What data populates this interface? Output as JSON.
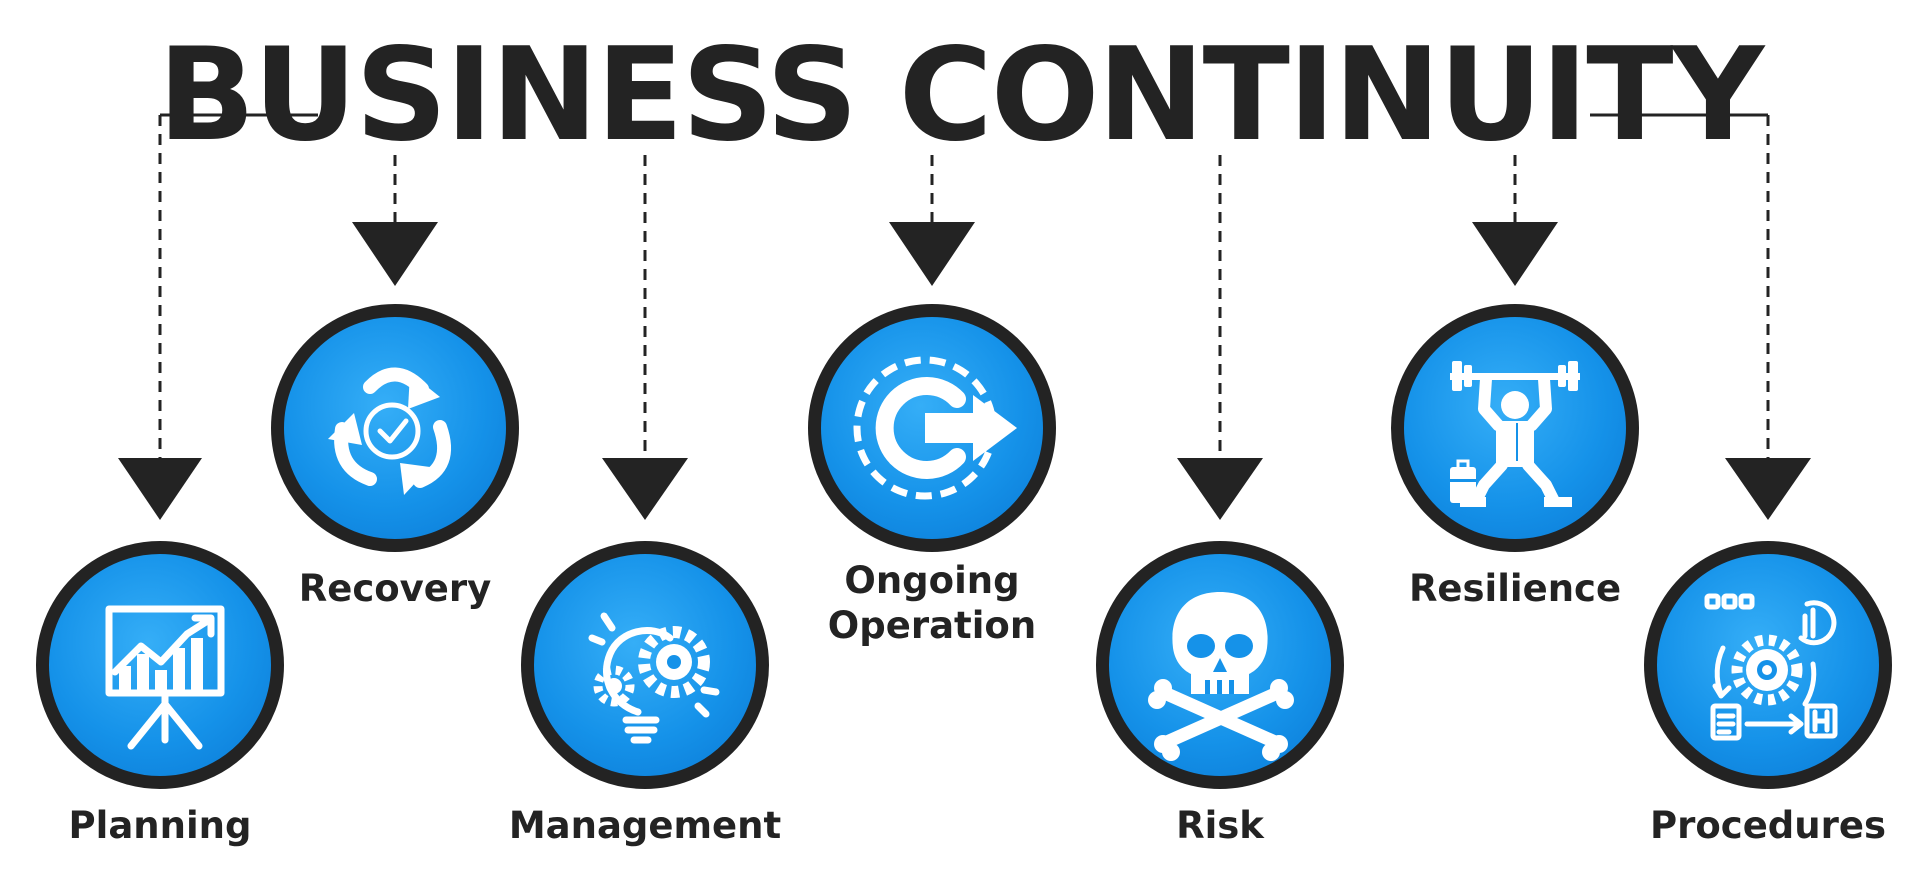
{
  "title": "BUSINESS CONTINUITY",
  "colors": {
    "circle_fill": "#1592e9",
    "circle_border": "#232323",
    "icon": "#ffffff",
    "text": "#232323"
  },
  "nodes": [
    {
      "id": "planning",
      "label": "Planning",
      "icon": "presentation-chart-icon"
    },
    {
      "id": "recovery",
      "label": "Recovery",
      "icon": "recycle-arrows-icon"
    },
    {
      "id": "management",
      "label": "Management",
      "icon": "lightbulb-gears-icon"
    },
    {
      "id": "ongoing",
      "label": "Ongoing\nOperation",
      "icon": "gear-arrow-icon"
    },
    {
      "id": "risk",
      "label": "Risk",
      "icon": "skull-crossbones-icon"
    },
    {
      "id": "resilience",
      "label": "Resilience",
      "icon": "weightlifter-icon"
    },
    {
      "id": "procedures",
      "label": "Procedures",
      "icon": "process-flow-icon"
    }
  ]
}
